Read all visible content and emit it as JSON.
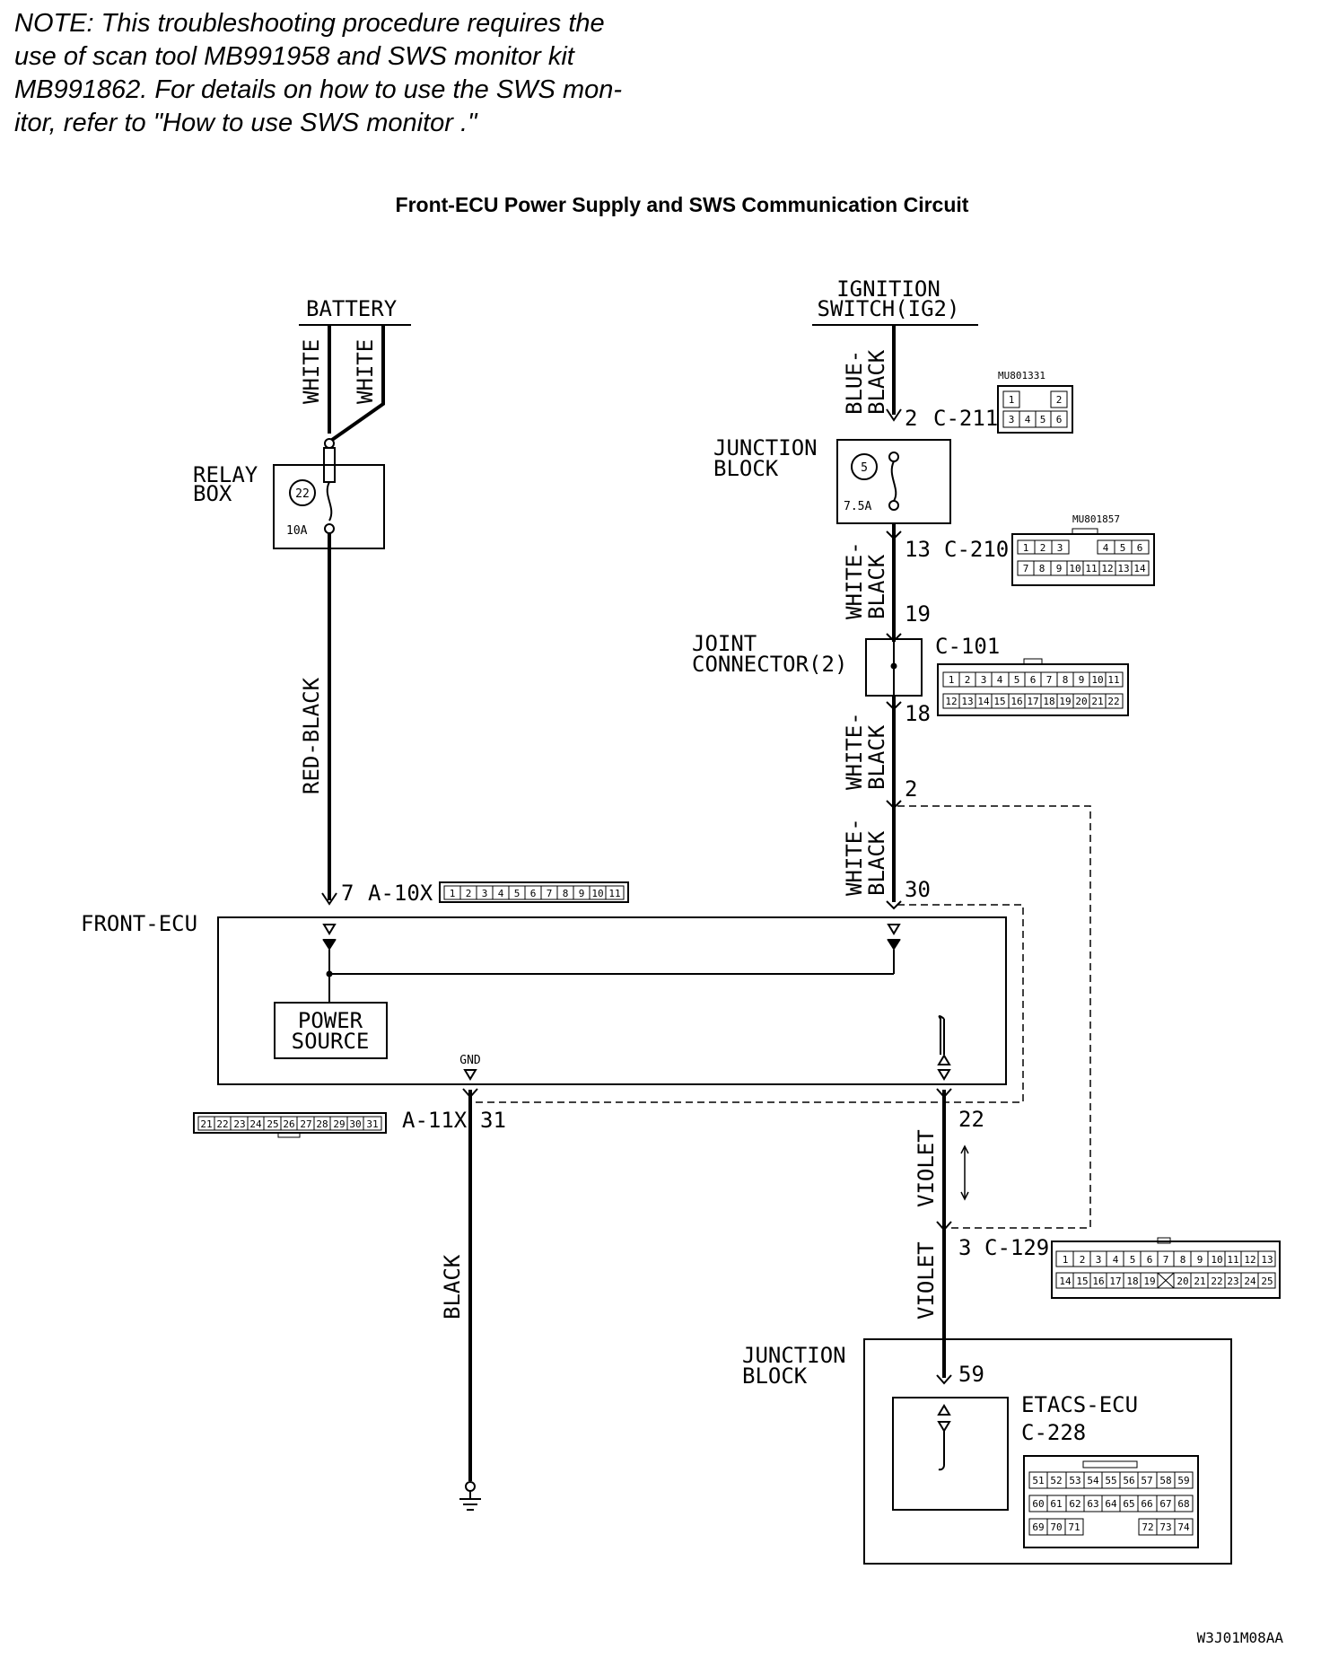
{
  "note": {
    "lines": [
      "NOTE: This troubleshooting procedure requires the",
      "use of scan tool MB991958 and SWS monitor kit",
      "MB991862. For details on how to use the SWS mon-",
      "itor, refer to \"How to use SWS monitor .\""
    ]
  },
  "diagram": {
    "title": "Front-ECU Power Supply and SWS Communication Circuit",
    "battery": "BATTERY",
    "wire_white_1": "WHITE",
    "wire_white_2": "WHITE",
    "relay_box_1": "RELAY",
    "relay_box_2": "BOX",
    "fuse22_no": "22",
    "fuse22_rating": "10A",
    "wire_red_black": "RED-BLACK",
    "a10x_pin": "7",
    "a10x_name": "A-10X",
    "a10x_pins": [
      "1",
      "2",
      "3",
      "4",
      "5",
      "6",
      "7",
      "8",
      "9",
      "10",
      "11"
    ],
    "front_ecu": "FRONT-ECU",
    "power_source_1": "POWER",
    "power_source_2": "SOURCE",
    "gnd": "GND",
    "a11x_name": "A-11X",
    "a11x_pin": "31",
    "a11x_pins": [
      "21",
      "22",
      "23",
      "24",
      "25",
      "26",
      "27",
      "28",
      "29",
      "30",
      "31"
    ],
    "wire_black": "BLACK",
    "ign_1": "IGNITION",
    "ign_2": "SWITCH(IG2)",
    "wire_blue_black_1": "BLUE-",
    "wire_blue_black_2": "BLACK",
    "c211_pin": "2",
    "c211_name": "C-211",
    "c211_part": "MU801331",
    "c211_pins_top": [
      "1",
      "2"
    ],
    "c211_pins_bottom": [
      "3",
      "4",
      "5",
      "6"
    ],
    "jb_1": "JUNCTION",
    "jb_2": "BLOCK",
    "fuse5_no": "5",
    "fuse5_rating": "7.5A",
    "c210_pin": "13",
    "c210_name": "C-210",
    "c210_part": "MU801857",
    "c210_pins_top": [
      "1",
      "2",
      "3",
      "",
      "4",
      "5",
      "6"
    ],
    "c210_pins_bottom": [
      "7",
      "8",
      "9",
      "10",
      "11",
      "12",
      "13",
      "14"
    ],
    "wire_wb1_1": "WHITE-",
    "wire_wb1_2": "BLACK",
    "c101_pin_in": "19",
    "jc_1": "JOINT",
    "jc_2": "CONNECTOR(2)",
    "c101_name": "C-101",
    "c101_pins_top": [
      "1",
      "2",
      "3",
      "4",
      "5",
      "6",
      "7",
      "8",
      "9",
      "10",
      "11"
    ],
    "c101_pins_bottom": [
      "12",
      "13",
      "14",
      "15",
      "16",
      "17",
      "18",
      "19",
      "20",
      "21",
      "22"
    ],
    "c101_pin_out": "18",
    "wire_wb2_1": "WHITE-",
    "wire_wb2_2": "BLACK",
    "pin_2": "2",
    "wire_wb3_1": "WHITE-",
    "wire_wb3_2": "BLACK",
    "pin_30": "30",
    "pin_22": "22",
    "wire_violet_1": "VIOLET",
    "c129_pin": "3",
    "c129_name": "C-129",
    "c129_pins_top": [
      "1",
      "2",
      "3",
      "4",
      "5",
      "6",
      "7",
      "8",
      "9",
      "10",
      "11",
      "12",
      "13"
    ],
    "c129_pins_bottom": [
      "14",
      "15",
      "16",
      "17",
      "18",
      "19",
      "",
      "20",
      "21",
      "22",
      "23",
      "24",
      "25"
    ],
    "wire_violet_2": "VIOLET",
    "jb2_1": "JUNCTION",
    "jb2_2": "BLOCK",
    "pin_59": "59",
    "etacs_1": "ETACS-ECU",
    "etacs_2": "C-228",
    "c228_row1": [
      "51",
      "52",
      "53",
      "54",
      "55",
      "56",
      "57",
      "58",
      "59"
    ],
    "c228_row2": [
      "60",
      "61",
      "62",
      "63",
      "64",
      "65",
      "66",
      "67",
      "68"
    ],
    "c228_row3_left": [
      "69",
      "70",
      "71"
    ],
    "c228_row3_right": [
      "72",
      "73",
      "74"
    ],
    "figure_code": "W3J01M08AA"
  }
}
